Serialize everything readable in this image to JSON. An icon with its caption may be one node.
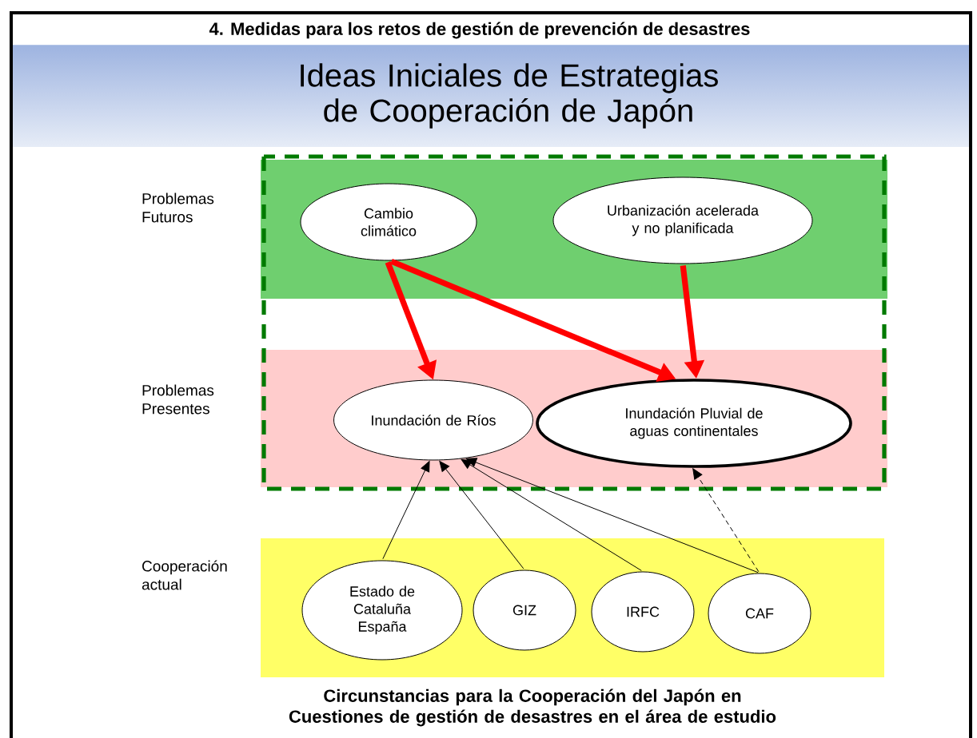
{
  "diagram": {
    "title": "Ideas Iniciales de Estrategias de Cooperación de Japón",
    "caption": "Circunstancias para la Cooperación del Japón en Cuestiones de gestión de desastres en el área de estudio",
    "nodes": [
      {
        "text": [
          "Problemas Futuros"
        ]
      },
      {
        "text": [
          "Cambio climático"
        ],
        "in": 0
      },
      {
        "text": [
          "Urbanización acelerada y no planificada"
        ],
        "in": 0
      },
      {
        "text": [
          "Problemas Presentes"
        ]
      },
      {
        "text": [
          "Inundación de Ríos"
        ],
        "in": 3
      },
      {
        "text": [
          "Inundación Pluvial de aguas continentales"
        ],
        "in": 3
      },
      {
        "text": [
          "Cooperación actual"
        ]
      },
      {
        "text": [
          "Estado de Cataluña España"
        ],
        "in": 6
      },
      {
        "text": [
          "GIZ"
        ],
        "in": 6
      },
      {
        "text": [
          "IRFC"
        ],
        "in": 6
      },
      {
        "text": [
          "CAF"
        ],
        "in": 6
      }
    ],
    "edges": [
      {
        "from": 1,
        "to": 4,
        "arrow": "to",
        "style": "thick",
        "color": "#ff0000"
      },
      {
        "from": 1,
        "to": 5,
        "arrow": "to",
        "style": "thick",
        "color": "#ff0000"
      },
      {
        "from": 2,
        "to": 5,
        "arrow": "to",
        "style": "thick",
        "color": "#ff0000"
      },
      {
        "from": 7,
        "to": 4,
        "arrow": "to"
      },
      {
        "from": 8,
        "to": 4,
        "arrow": "to"
      },
      {
        "from": 9,
        "to": 4,
        "arrow": "to"
      },
      {
        "from": 10,
        "to": 4,
        "arrow": "to"
      },
      {
        "from": 10,
        "to": 5,
        "arrow": "to",
        "style": "dashed"
      }
    ],
    "labels": [
      "4.    Medidas para los retos de gestión de prevención de desastres"
    ]
  }
}
